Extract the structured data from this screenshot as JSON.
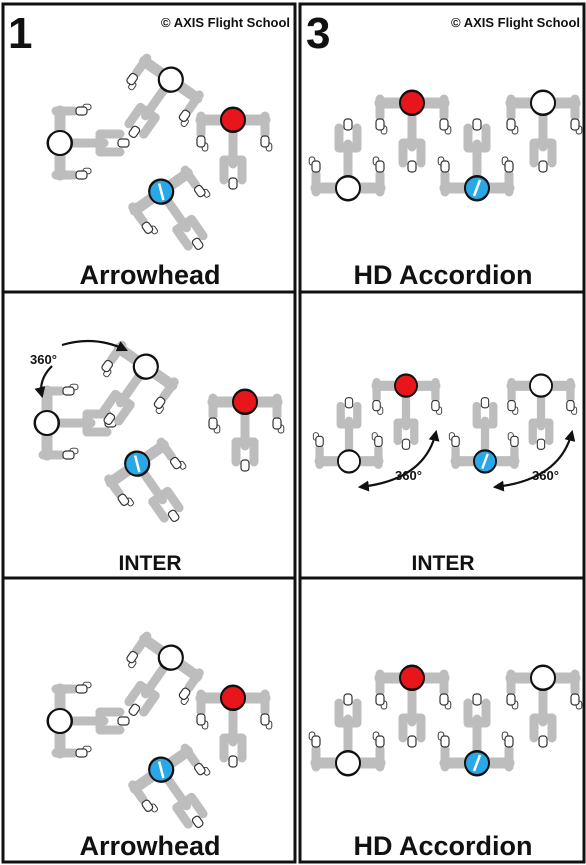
{
  "copyright": "© AXIS Flight School",
  "columns": [
    {
      "number": "1"
    },
    {
      "number": "3"
    }
  ],
  "rotation_label": "360°",
  "cells": [
    {
      "column": 0,
      "row": 0,
      "label": "Arrowhead",
      "formation": "arrowhead"
    },
    {
      "column": 1,
      "row": 0,
      "label": "HD Accordion",
      "formation": "accordion"
    },
    {
      "column": 0,
      "row": 1,
      "label": "INTER",
      "formation": "arrowhead-inter"
    },
    {
      "column": 1,
      "row": 1,
      "label": "INTER",
      "formation": "accordion-inter"
    },
    {
      "column": 0,
      "row": 2,
      "label": "Arrowhead",
      "formation": "arrowhead"
    },
    {
      "column": 1,
      "row": 2,
      "label": "HD Accordion",
      "formation": "accordion"
    }
  ],
  "jumper_colors": {
    "white": "#ffffff",
    "red": "#e8161b",
    "blue": "#2aa7e6",
    "body": "#bdbdbd"
  }
}
